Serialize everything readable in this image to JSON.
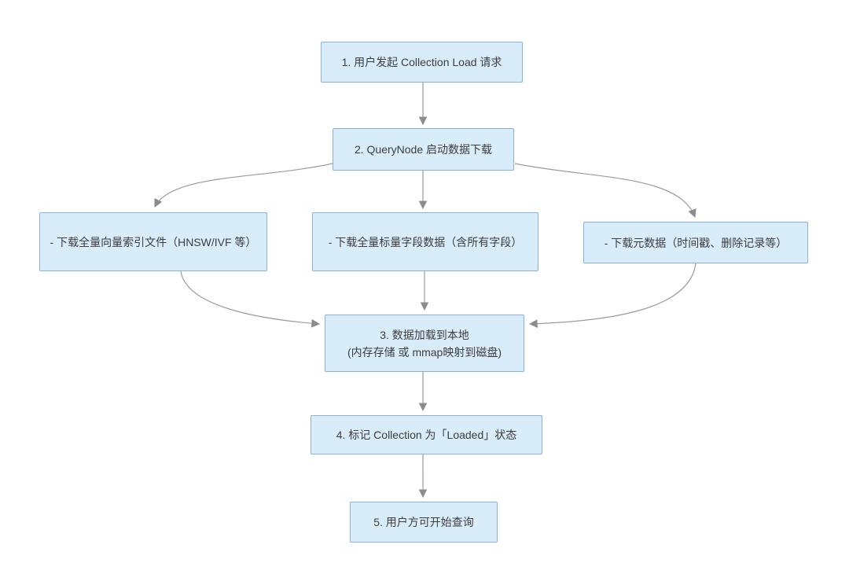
{
  "diagram": {
    "colors": {
      "background": "#ffffff",
      "node_fill": "#d9ecfa",
      "node_border": "#8ab1da",
      "text": "#3d3d3d",
      "arrow": "#9b9b9b",
      "arrowhead": "#8c8c8c"
    },
    "nodes": {
      "step1": {
        "label": "1. 用户发起 Collection Load 请求"
      },
      "step2": {
        "label": "2. QueryNode 启动数据下载"
      },
      "branch_vector": {
        "label": "- 下载全量向量索引文件（HNSW/IVF 等）"
      },
      "branch_scalar": {
        "label": "- 下载全量标量字段数据（含所有字段）"
      },
      "branch_meta": {
        "label": "- 下载元数据（时间戳、删除记录等）"
      },
      "step3": {
        "line1": "3. 数据加载到本地",
        "line2": "(内存存储 或 mmap映射到磁盘)"
      },
      "step4": {
        "label": "4. 标记 Collection 为「Loaded」状态"
      },
      "step5": {
        "label": "5. 用户方可开始查询"
      }
    },
    "edges": [
      "step1→step2",
      "step2→branch_vector",
      "step2→branch_scalar",
      "step2→branch_meta",
      "branch_vector→step3",
      "branch_scalar→step3",
      "branch_meta→step3",
      "step3→step4",
      "step4→step5"
    ]
  }
}
